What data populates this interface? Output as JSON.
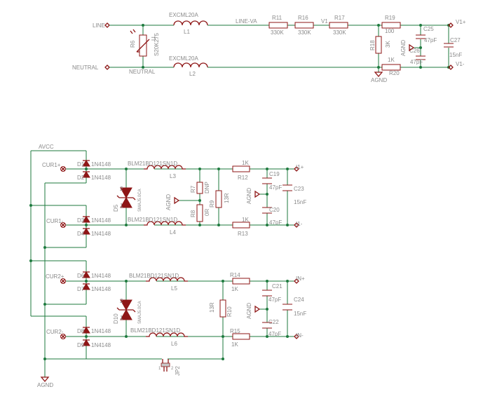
{
  "colors": {
    "wire": "#1d7a3e",
    "part": "#8e1616",
    "text": "#8a8a8a"
  },
  "nets": {
    "line": "LINE",
    "neutral_in": "NEUTRAL",
    "neutral_label": "NEUTRAL",
    "line_va": "LINE-VA",
    "v1": "V1",
    "v1p": "V1+",
    "v1m": "V1-",
    "agnd": "AGND",
    "avcc": "AVCC",
    "i1p": "I1+",
    "i1m": "I1-",
    "inp": "IN+",
    "inm": "IN-"
  },
  "top": {
    "l1": {
      "name": "L1",
      "value": "EXCML20A"
    },
    "l2": {
      "name": "L2",
      "value": "EXCML20A"
    },
    "r6": {
      "name": "R6",
      "value": "S20K275",
      "mark": "U"
    },
    "r11": {
      "name": "R11",
      "value": "330K"
    },
    "r16": {
      "name": "R16",
      "value": "330K"
    },
    "r17": {
      "name": "R17",
      "value": "330K"
    },
    "r19": {
      "name": "R19",
      "value": "100"
    },
    "r18": {
      "name": "R18",
      "value": "3K"
    },
    "r20": {
      "name": "R20",
      "value": "1K"
    },
    "c25": {
      "name": "C25",
      "value": "47pF"
    },
    "c26": {
      "name": "C26",
      "value": "47pF"
    },
    "c27": {
      "name": "C27",
      "value": "15nF"
    },
    "agnd_sym": "AGND"
  },
  "ch1": {
    "cur_p": "CUR1+",
    "cur_m": "CUR1-",
    "d1": "D1",
    "d2": "D2",
    "d3": "D3",
    "d4": "D4",
    "diode_value": "1N4148",
    "d5": {
      "name": "D5",
      "value": "SMAJ5.0CA",
      "p1": "1",
      "p2": "2"
    },
    "l3": {
      "name": "L3",
      "value": "BLM21BD121SN1D"
    },
    "l4": {
      "name": "L4",
      "value": "BLM21BD121SN1D"
    },
    "r7": {
      "name": "R7",
      "value": "DNP"
    },
    "r8": {
      "name": "R8",
      "value": "0R"
    },
    "r9": {
      "name": "R9",
      "value": "13R"
    },
    "r12": {
      "name": "R12",
      "value": "1K"
    },
    "r13": {
      "name": "R13",
      "value": "1K"
    },
    "c19": {
      "name": "C19",
      "value": "47pF"
    },
    "c20": {
      "name": "C20",
      "value": "47pF"
    },
    "c23": {
      "name": "C23",
      "value": "15nF"
    },
    "agnd_a": "AGND",
    "agnd_b": "AGND"
  },
  "ch2": {
    "cur_p": "CUR2+",
    "cur_m": "CUR2-",
    "d6": "D6",
    "d7": "D7",
    "d8": "D8",
    "d9": "D9",
    "diode_value": "1N4148",
    "d10": {
      "name": "D10",
      "value": "SMAJ5.0CA",
      "p1": "1",
      "p2": "2"
    },
    "l5": {
      "name": "L5",
      "value": "BLM21BD121SN1D"
    },
    "l6": {
      "name": "L6",
      "value": "BLM21BD121SN1D"
    },
    "r10": {
      "name": "R10",
      "value": "13R"
    },
    "r14": {
      "name": "R14",
      "value": "1K"
    },
    "r15": {
      "name": "R15",
      "value": "1K"
    },
    "c21": {
      "name": "C21",
      "value": "47pF"
    },
    "c22": {
      "name": "C22",
      "value": "47pF"
    },
    "c24": {
      "name": "C24",
      "value": "15nF"
    },
    "agnd_sym": "AGND"
  },
  "jumper": {
    "name": "JP2",
    "p1": "1",
    "p2": "2"
  },
  "agnd_bottom": "AGND"
}
